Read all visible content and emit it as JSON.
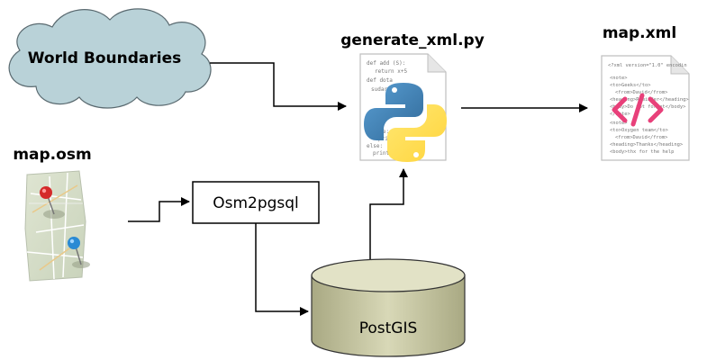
{
  "nodes": {
    "world_boundaries": {
      "label": "World Boundaries"
    },
    "generate_script": {
      "label": "generate_xml.py"
    },
    "map_xml": {
      "label": "map.xml"
    },
    "map_osm": {
      "label": "map.osm"
    },
    "osm2pgsql": {
      "label": "Osm2pgsql"
    },
    "postgis": {
      "label": "PostGIS"
    }
  },
  "code_doc": {
    "lines": [
      "def add (S):",
      "return x+5",
      "def dota",
      "sudarshan",
      "else:",
      "print",
      "else:",
      "print ''];'"
    ]
  },
  "xml_doc": {
    "lines": [
      "<?xml version=\"1.0\" encodin",
      "<note>",
      "<to>Geeks</to>",
      "<from>David</from>",
      "<heading>Reminder</heading>",
      "<body>Do not forget</body>",
      "</note>",
      "<note>",
      "<to>Oxygen team</to>",
      "<from>David</from>",
      "<heading>Thanks</heading>",
      "<body>thx for the help"
    ]
  },
  "colors": {
    "cloud_fill": "#b9d2d8",
    "cylinder_fill": "#cbcba8",
    "xml_tag_symbol": "#e8407a",
    "python_blue": "#3b73a8",
    "python_yellow": "#f2c53d"
  }
}
